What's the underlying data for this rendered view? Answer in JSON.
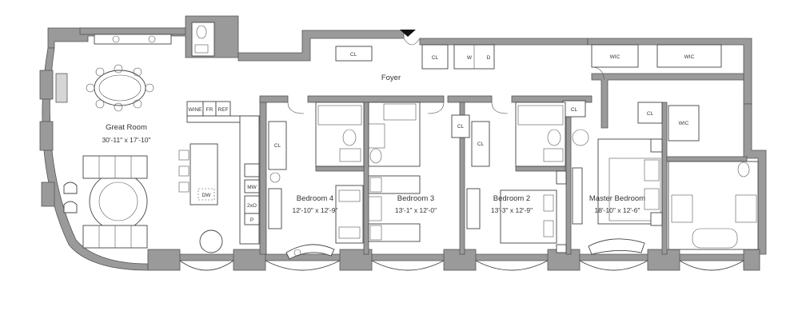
{
  "rooms": {
    "great_room": {
      "name": "Great Room",
      "dims": "30'-11\" x 17'-10\""
    },
    "foyer": {
      "name": "Foyer"
    },
    "bedroom4": {
      "name": "Bedroom 4",
      "dims": "12'-10\" x 12'-9\""
    },
    "bedroom3": {
      "name": "Bedroom 3",
      "dims": "13'-1\" x 12'-0\""
    },
    "bedroom2": {
      "name": "Bedroom 2",
      "dims": "13'-3\" x 12'-9\""
    },
    "master": {
      "name": "Master Bedroom",
      "dims": "18'-10\" x 12'-6\""
    }
  },
  "fixtures": {
    "cl": "CL",
    "wic": "WIC",
    "w": "W",
    "d": "D",
    "wine": "WINE",
    "fr": "FR",
    "ref": "REF",
    "dw": "DW",
    "mw": "MW",
    "oven": "2xO",
    "p": "P"
  },
  "colors": {
    "wall": "#9a9a9a",
    "line": "#444444"
  }
}
